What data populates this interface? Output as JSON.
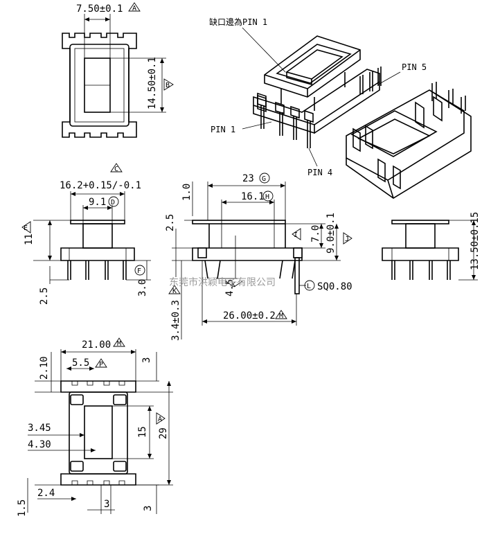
{
  "annotations": {
    "notch_pin1": "缺口邊為PIN 1",
    "pin5": "PIN 5",
    "pin1": "PIN 1",
    "pin4": "PIN 4",
    "watermark": "东莞市洪颖电子有限公司"
  },
  "markers": {
    "A": "A",
    "B": "B",
    "C": "C",
    "D": "D",
    "E": "E",
    "F": "F",
    "G": "G",
    "H": "H",
    "I": "I",
    "J": "J",
    "K": "K",
    "L": "L",
    "M": "M",
    "P": "P"
  },
  "dimensions": {
    "top_w": "7.50±0.1",
    "top_h": "14.50±0.1",
    "front_w": "16.2+0.15/-0.1",
    "front_inner": "9.1",
    "front_h": "11",
    "front_pin": "2.5",
    "front_pin_len": "3.0",
    "side_top": "1.0",
    "side_w": "23",
    "side_inner": "16.1",
    "side_left": "2.5",
    "side_7": "7.0",
    "side_9": "9.0±0.1",
    "side_45": "4.5",
    "side_pin": "SQ0.80",
    "side_26": "26.00±0.2",
    "side_34": "3.4±0.3",
    "right_h": "13.50±0.15",
    "bot_w": "21.00",
    "bot_55": "5.5",
    "bot_210": "2.10",
    "bot_3a": "3",
    "bot_345": "3.45",
    "bot_430": "4.30",
    "bot_15": "15",
    "bot_29": "29",
    "bot_24": "2.4",
    "bot_3b": "3",
    "bot_15b": "1.5",
    "bot_3c": "3"
  }
}
